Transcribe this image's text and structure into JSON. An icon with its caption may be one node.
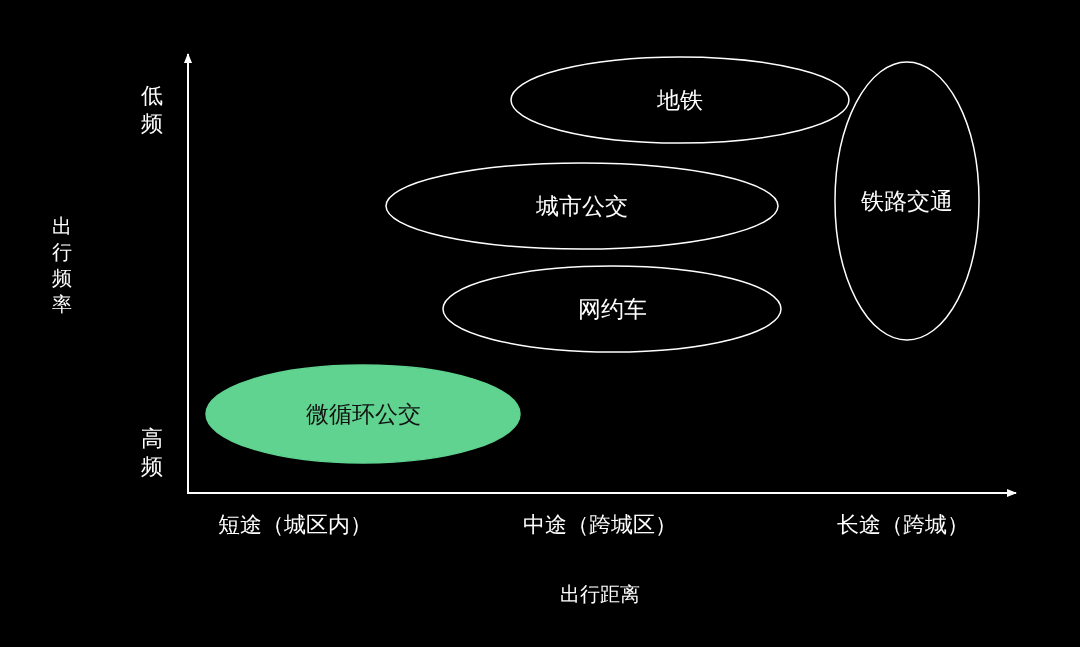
{
  "diagram": {
    "nodes": [
      {
        "text": [
          "地铁"
        ]
      },
      {
        "text": [
          "铁路交通"
        ]
      },
      {
        "text": [
          "城市公交"
        ]
      },
      {
        "text": [
          "网约车"
        ]
      },
      {
        "text": [
          "微循环公交"
        ]
      }
    ],
    "labels": [
      "低频",
      "出行频率",
      "高频",
      "短途（城区内）",
      "中途（跨城区）",
      "长途（跨城）",
      "出行距离"
    ]
  }
}
